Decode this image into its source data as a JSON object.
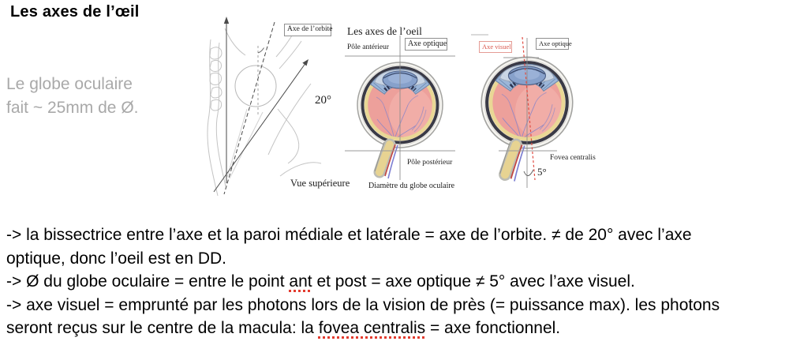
{
  "title": "Les axes de l’œil",
  "side_note": {
    "line1": "Le globe oculaire",
    "line2": "fait ~ 25mm de Ø."
  },
  "figure": {
    "orbit_view": {
      "axis_label": "Axe de l’orbite",
      "angle": "20°",
      "caption": "Vue supérieure"
    },
    "optic_axis_eye": {
      "title": "Les axes de l’oeil",
      "anterior_pole": "Pôle antérieur",
      "optic_axis": "Axe optique",
      "posterior_pole": "Pôle postérieur",
      "caption": "Diamètre du globe oculaire"
    },
    "visual_axis_eye": {
      "visual_axis": "Axe visuel",
      "optic_axis": "Axe optique",
      "fovea": "Fovea centralis",
      "angle": "5°"
    }
  },
  "notes": {
    "line1": "-> la bissectrice entre l’axe et la paroi médiale et latérale = axe de l’orbite. ≠ de 20° avec l’axe",
    "line2": "optique, donc l’oeil est en DD.",
    "line3_pre": "-> Ø du globe oculaire = entre le point ",
    "line3_mark": "ant",
    "line3_post": " et post = axe optique ≠ 5° avec l’axe visuel.",
    "line4": "-> axe visuel = emprunté par les photons lors de la vision de près (= puissance max). les photons",
    "line5_pre": "seront reçus sur le centre de la macula: la ",
    "line5_mark": "fovea centralis",
    "line5_post": " = axe fonctionnel."
  },
  "colors": {
    "note_gray": "#a9a9a9",
    "axis_red": "#e04b42",
    "lens_blue": "#87a1cb",
    "ink": "#000000"
  }
}
